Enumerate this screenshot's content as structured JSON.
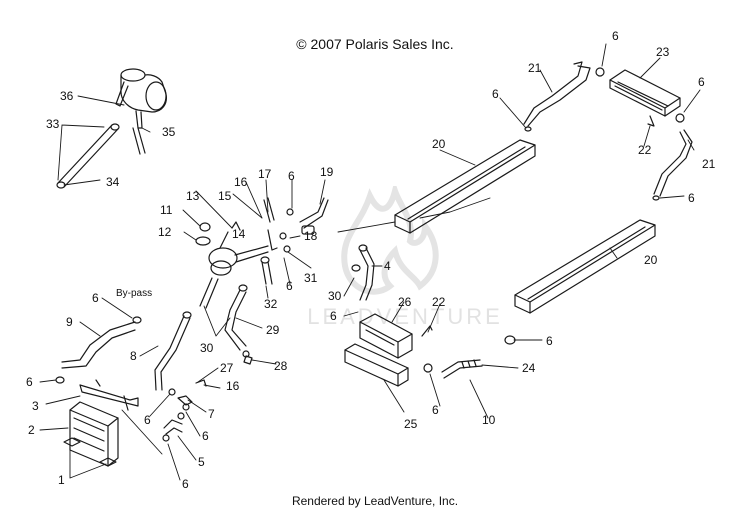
{
  "header": {
    "copyright": "© 2007 Polaris Sales Inc."
  },
  "footer": {
    "rendered_by": "Rendered by LeadVenture, Inc."
  },
  "watermark": {
    "text": "LEADVENTURE"
  },
  "annotations": {
    "bypass": "By-pass"
  },
  "callouts": [
    "1",
    "2",
    "3",
    "4",
    "5",
    "6",
    "7",
    "8",
    "9",
    "10",
    "11",
    "12",
    "13",
    "14",
    "15",
    "16",
    "17",
    "18",
    "19",
    "20",
    "21",
    "22",
    "23",
    "24",
    "25",
    "26",
    "27",
    "28",
    "29",
    "30",
    "31",
    "32",
    "33",
    "34",
    "35",
    "36"
  ],
  "colors": {
    "line": "#1a1a1a",
    "watermark": "#e6e6e6"
  }
}
